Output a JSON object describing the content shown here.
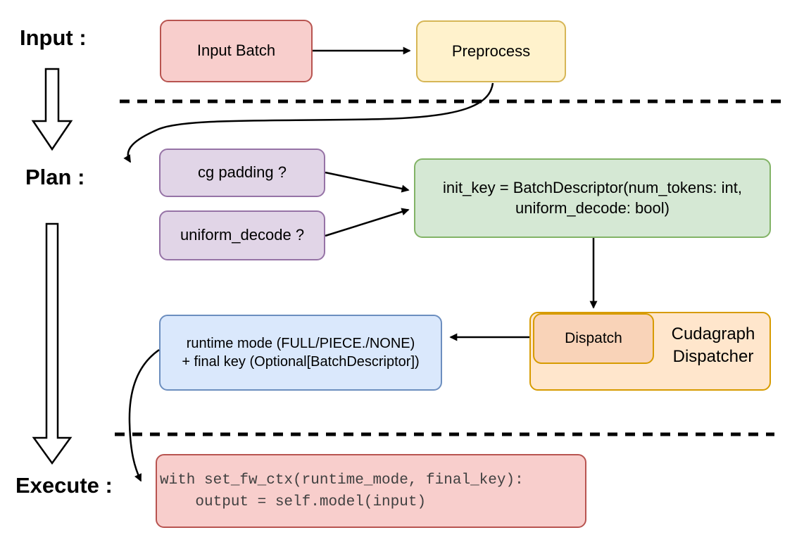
{
  "diagram": {
    "title_context": "Cudagraph dispatch pipeline flowchart",
    "stage_labels": {
      "input": "Input :",
      "plan": "Plan :",
      "execute": "Execute :"
    },
    "nodes": {
      "input_batch": {
        "label": "Input Batch",
        "fill": "#f8cecc",
        "stroke": "#b85450"
      },
      "preprocess": {
        "label": "Preprocess",
        "fill": "#fff2cc",
        "stroke": "#d6b656"
      },
      "cg_padding": {
        "label": "cg padding ?",
        "fill": "#e1d5e7",
        "stroke": "#9673a6"
      },
      "uniform_decode": {
        "label": "uniform_decode ?",
        "fill": "#e1d5e7",
        "stroke": "#9673a6"
      },
      "init_key": {
        "line1": "init_key = BatchDescriptor(num_tokens: int,",
        "line2": "uniform_decode: bool)",
        "fill": "#d5e8d4",
        "stroke": "#82b366"
      },
      "dispatch": {
        "label": "Dispatch",
        "fill": "#f9d3b8",
        "stroke": "#d79b00"
      },
      "cudagraph_dispatcher": {
        "line1": "Cudagraph",
        "line2": "Dispatcher",
        "fill": "#ffe6cc",
        "stroke": "#d79b00"
      },
      "runtime_mode": {
        "line1": "runtime mode (FULL/PIECE./NONE)",
        "line2": "+ final key (Optional[BatchDescriptor])",
        "fill": "#dae8fc",
        "stroke": "#6c8ebf"
      },
      "execute_code": {
        "line1": "with set_fw_ctx(runtime_mode, final_key):",
        "line2": "    output = self.model(input)",
        "fill": "#f8cecc",
        "stroke": "#b85450",
        "text_color": "#404040"
      }
    },
    "connector_color": "#000000",
    "separator_color": "#000000"
  }
}
